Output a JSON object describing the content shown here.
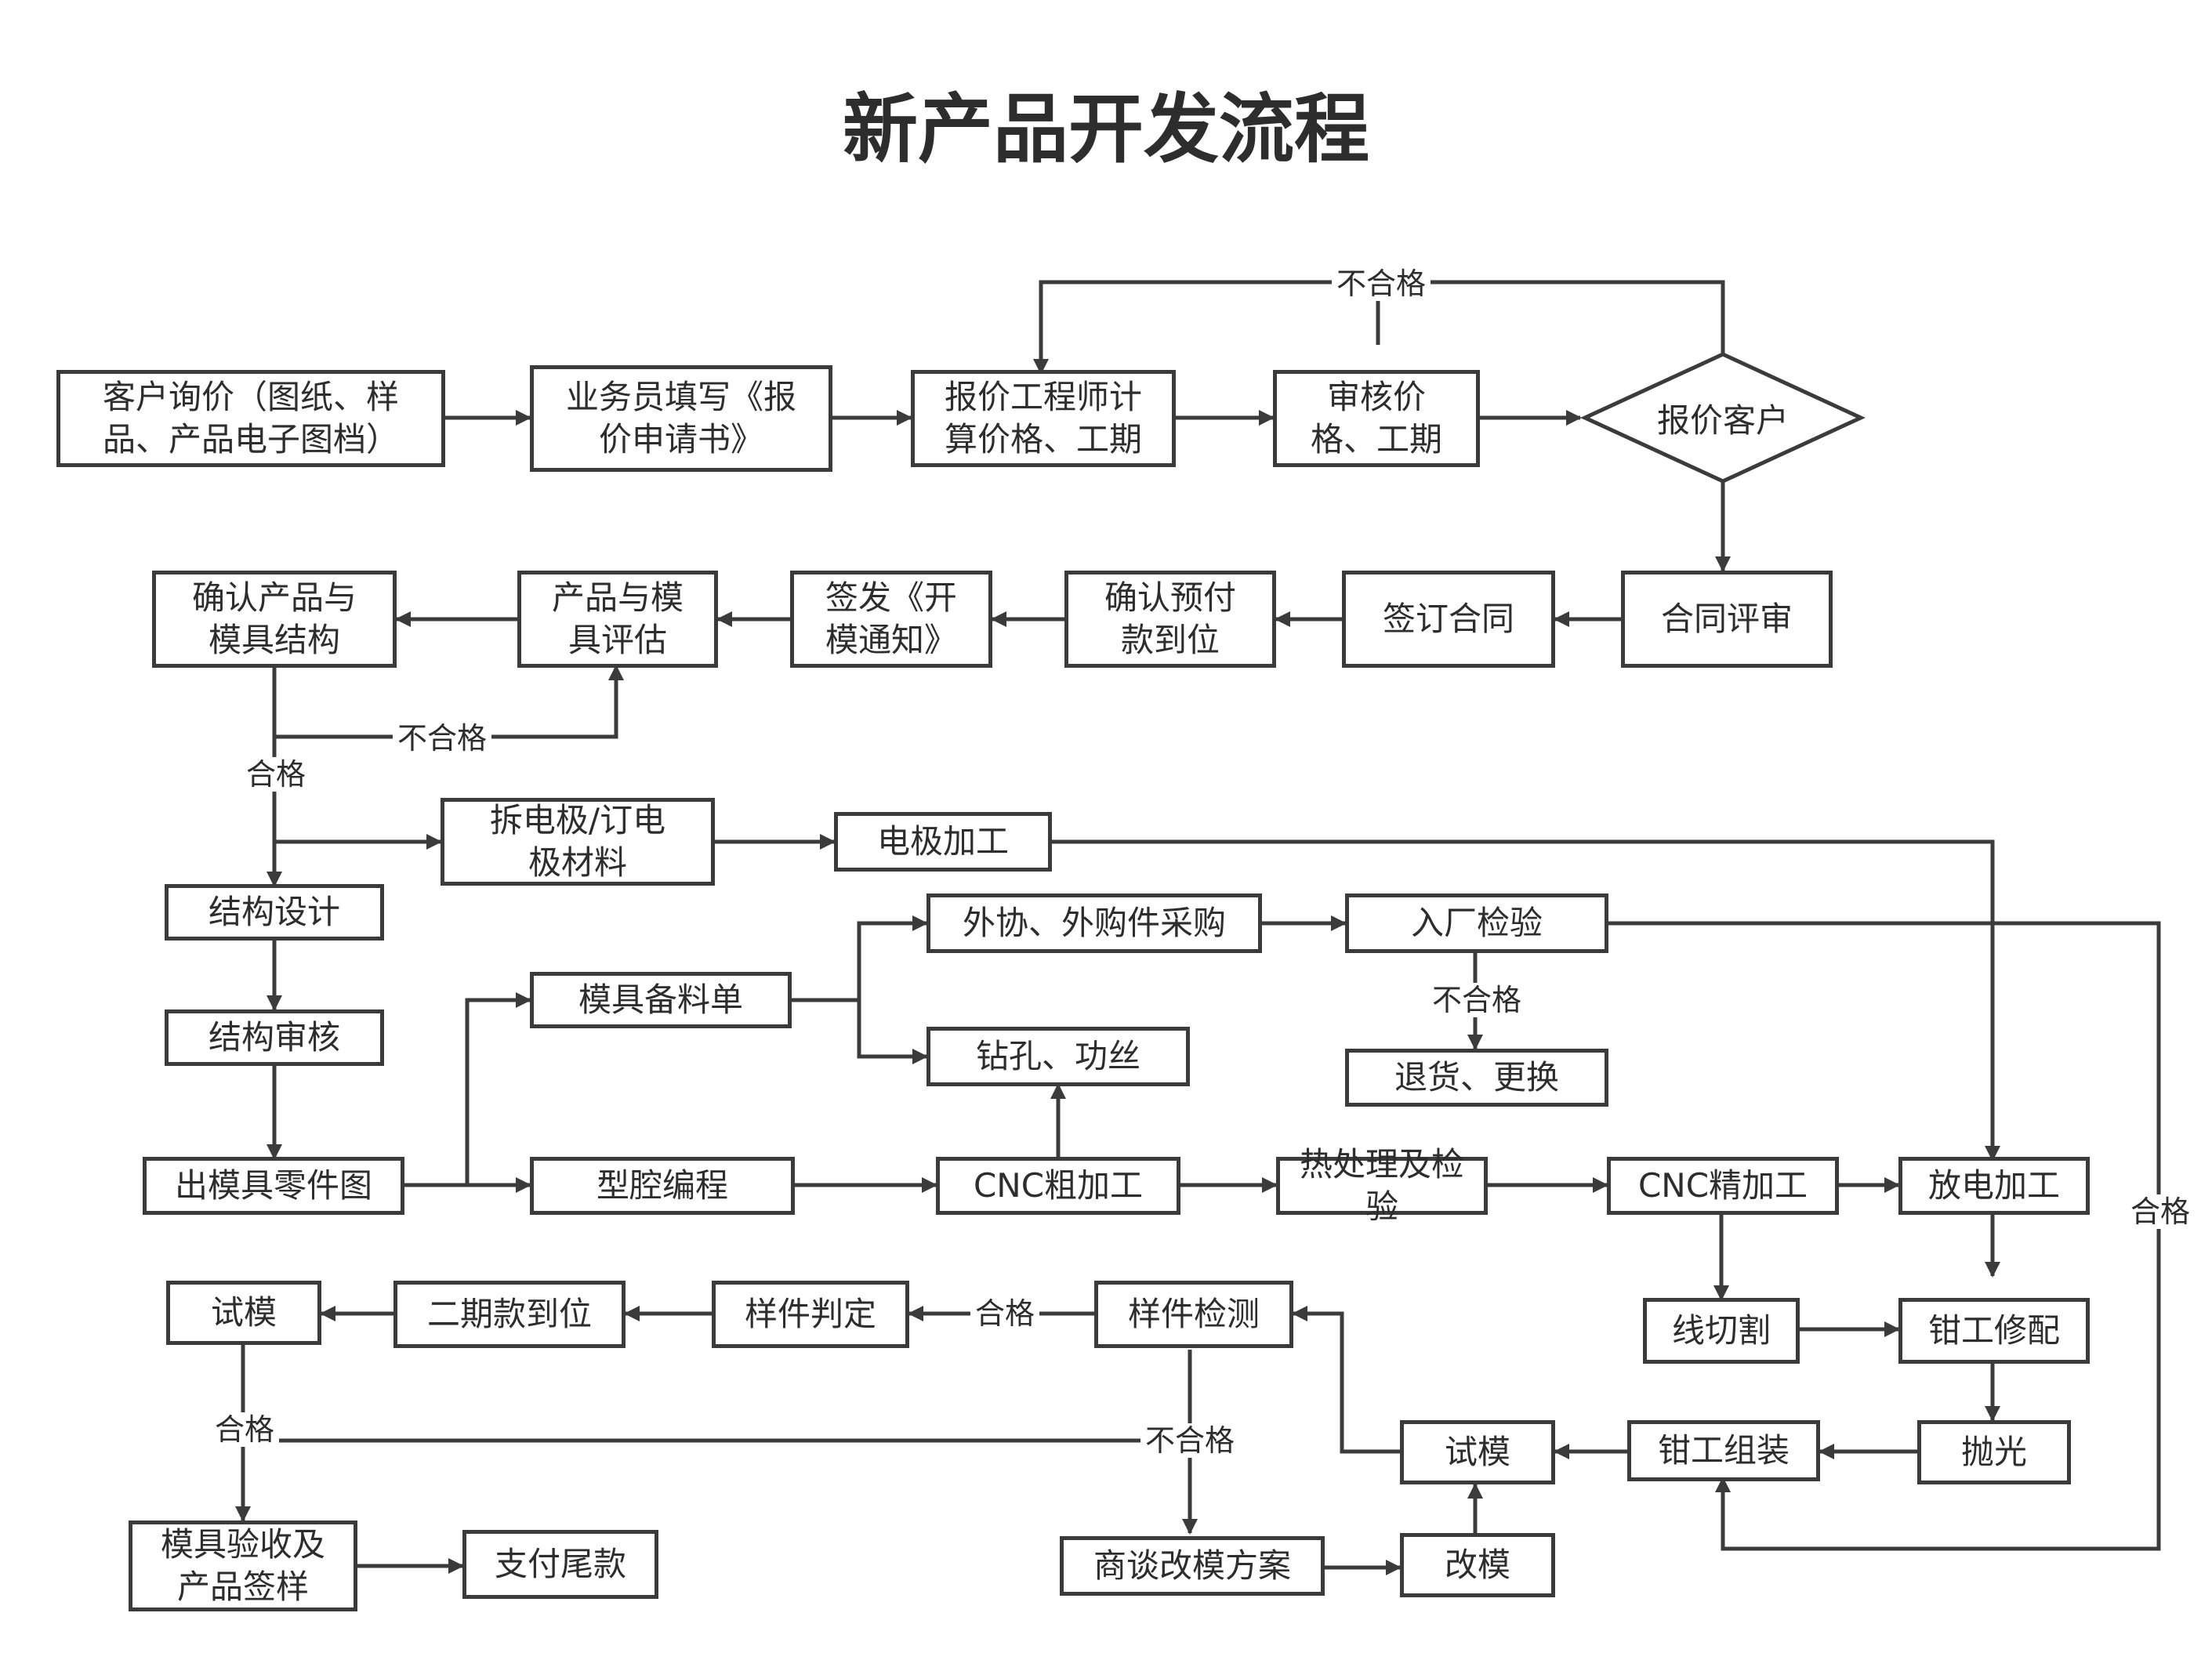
{
  "title": "新产品开发流程",
  "nodes": {
    "inquiry": "客户询价（图纸、样\n品、产品电子图档）",
    "quote_request": "业务员填写《报\n价申请书》",
    "engineer_quote": "报价工程师计\n算价格、工期",
    "review_price": "审核价\n格、工期",
    "quote_customer": "报价客户",
    "contract_review": "合同评审",
    "sign_contract": "签订合同",
    "confirm_prepay": "确认预付\n款到位",
    "mold_notice": "签发《开\n模通知》",
    "product_mold_eval": "产品与模\n具评估",
    "confirm_structure": "确认产品与\n模具结构",
    "electrode_material": "拆电极/订电\n极材料",
    "electrode_machining": "电极加工",
    "structure_design": "结构设计",
    "structure_review": "结构审核",
    "mold_parts_drawing": "出模具零件图",
    "mold_bom": "模具备料单",
    "outsourcing_purchase": "外协、外购件采购",
    "incoming_inspection": "入厂检验",
    "return_replace": "退货、更换",
    "drilling_tapping": "钻孔、功丝",
    "cavity_programming": "型腔编程",
    "cnc_rough": "CNC粗加工",
    "heat_treatment": "热处理及检验",
    "cnc_finish": "CNC精加工",
    "edm": "放电加工",
    "wire_cut": "线切割",
    "fitter_fitting": "钳工修配",
    "polishing": "抛光",
    "fitter_assembly": "钳工组装",
    "trial_mold_right": "试模",
    "modify_mold": "改模",
    "negotiate_plan": "商谈改模方案",
    "sample_test": "样件检测",
    "sample_judge": "样件判定",
    "second_payment": "二期款到位",
    "trial_mold_left": "试模",
    "acceptance": "模具验收及\n产品签样",
    "final_payment": "支付尾款"
  },
  "labels": {
    "fail": "不合格",
    "pass": "合格"
  },
  "colors": {
    "stroke": "#3b3b3b",
    "text": "#2d2d2d",
    "background": "#ffffff"
  }
}
